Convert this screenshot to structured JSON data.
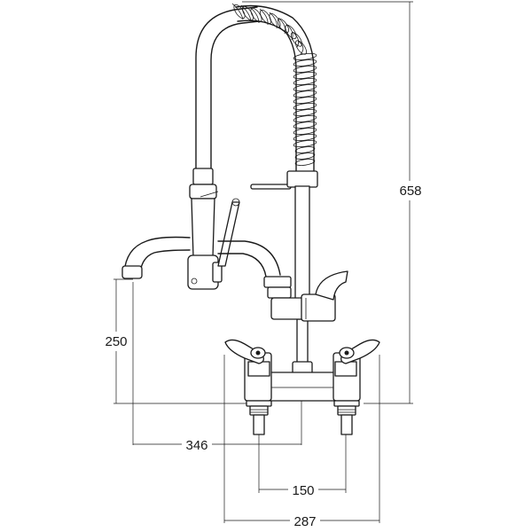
{
  "dimensions": {
    "height_total": "658",
    "outlet_height": "250",
    "reach": "346",
    "tap_centres": "150",
    "overall_width": "287"
  },
  "colors": {
    "line": "#1a1a1a",
    "background": "#ffffff"
  }
}
